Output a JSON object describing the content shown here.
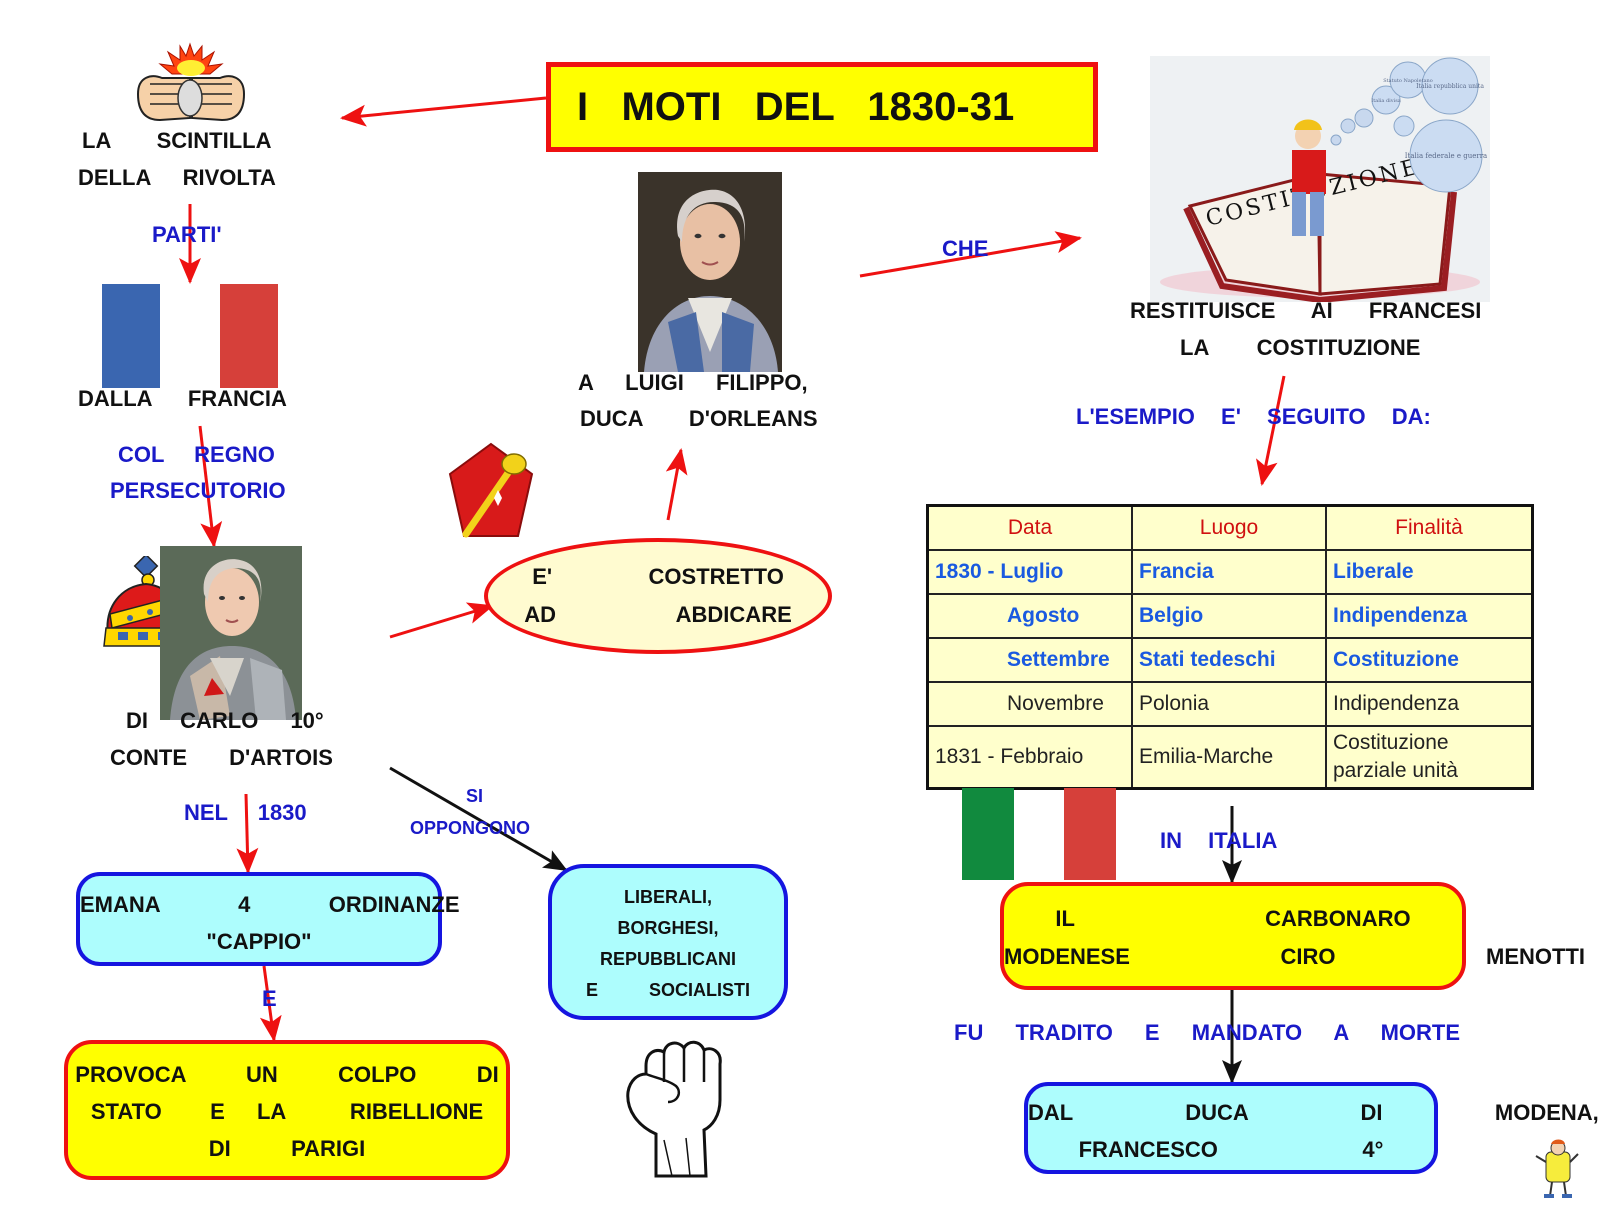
{
  "title": "I   MOTI   DEL   1830-31",
  "spark": {
    "line1": "LA  SCINTILLA",
    "line2": "DELLA   RIVOLTA"
  },
  "parti_label": "PARTI'",
  "dalla_francia": "DALLA   FRANCIA",
  "col_regno": "COL   REGNO",
  "persecutorio": "PERSECUTORIO",
  "carlo": {
    "line1": "DI   CARLO   10°",
    "line2": "CONTE    D'ARTOIS"
  },
  "nel_1830": "NEL  1830",
  "emana_box": {
    "line1": "EMANA   4   ORDINANZE",
    "line2": "\"CAPPIO\""
  },
  "e_label": "E",
  "provoca_box": {
    "line1": "PROVOCA   UN   COLPO   DI",
    "line2": "STATO   E  LA    RIBELLIONE",
    "line3": "DI   PARIGI"
  },
  "si_oppongono": {
    "line1": "SI",
    "line2": "OPPONGONO"
  },
  "opponents_box": {
    "line1": "LIBERALI,",
    "line2": "BORGHESI,",
    "line3": "REPUBBLICANI",
    "line4": "E   SOCIALISTI"
  },
  "abdicare": {
    "line1": "E'    COSTRETTO",
    "line2": "AD    ABDICARE"
  },
  "luigi": {
    "line1": "A   LUIGI    FILIPPO,",
    "line2": "DUCA    D'ORLEANS"
  },
  "che_label": "CHE",
  "constitution_book_text": "COSTITUZIONE",
  "bubbles": [
    "Italia divisa",
    "Statuto Napoletano",
    "Italia repubblica unita",
    "Italia federale e guerra"
  ],
  "restituisce": {
    "line1": "RESTITUISCE    AI    FRANCESI",
    "line2": "LA    COSTITUZIONE"
  },
  "esempio": "L'ESEMPIO   E'   SEGUITO   DA:",
  "table": {
    "headers": [
      "Data",
      "Luogo",
      "Finalità"
    ],
    "rows": [
      {
        "data": "1830 - Luglio",
        "luogo": "Francia",
        "finalita": "Liberale",
        "style": "blue"
      },
      {
        "data": "Agosto",
        "luogo": "Belgio",
        "finalita": "Indipendenza",
        "style": "blue"
      },
      {
        "data": "Settembre",
        "luogo": "Stati tedeschi",
        "finalita": "Costituzione",
        "style": "blue"
      },
      {
        "data": "Novembre",
        "luogo": "Polonia",
        "finalita": "Indipendenza",
        "style": "plain"
      },
      {
        "data": "1831 - Febbraio",
        "luogo": "Emilia-Marche",
        "finalita": "Costituzione parziale unità",
        "style": "plain"
      }
    ]
  },
  "in_italia": "IN   ITALIA",
  "carbonaro_box": {
    "line1": "IL     CARBONARO",
    "line2": "MODENESE     CIRO     MENOTTI"
  },
  "tradito": "FU    TRADITO    E    MANDATO    A    MORTE",
  "duca_box": {
    "line1": "DAL    DUCA    DI    MODENA,",
    "line2": "FRANCESCO    4°"
  },
  "colors": {
    "france_blue": "#3a66b0",
    "france_red": "#d6403a",
    "italy_green": "#118a3e",
    "italy_red": "#d6403a",
    "arrow_red": "#ee1111",
    "label_blue": "#1a1ac8",
    "title_yellow": "#ffff00"
  },
  "icons": [
    "fists-clash-icon",
    "crown-icon",
    "scepter-icon",
    "raised-fist-icon",
    "mascot-icon"
  ]
}
